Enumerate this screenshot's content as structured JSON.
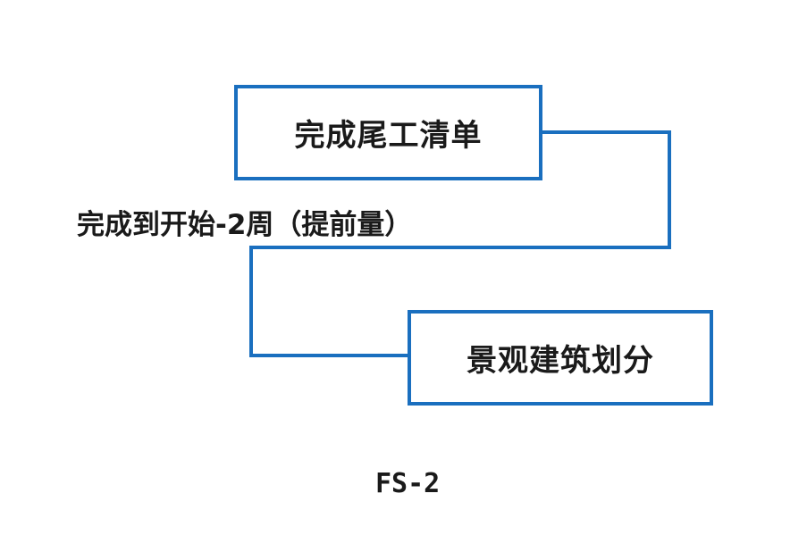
{
  "diagram": {
    "predecessor_task": "完成尾工清单",
    "successor_task": "景观建筑划分",
    "relationship_label": "完成到开始-2周（提前量）",
    "caption": "FS-2",
    "line_color": "#1a6fbf"
  }
}
